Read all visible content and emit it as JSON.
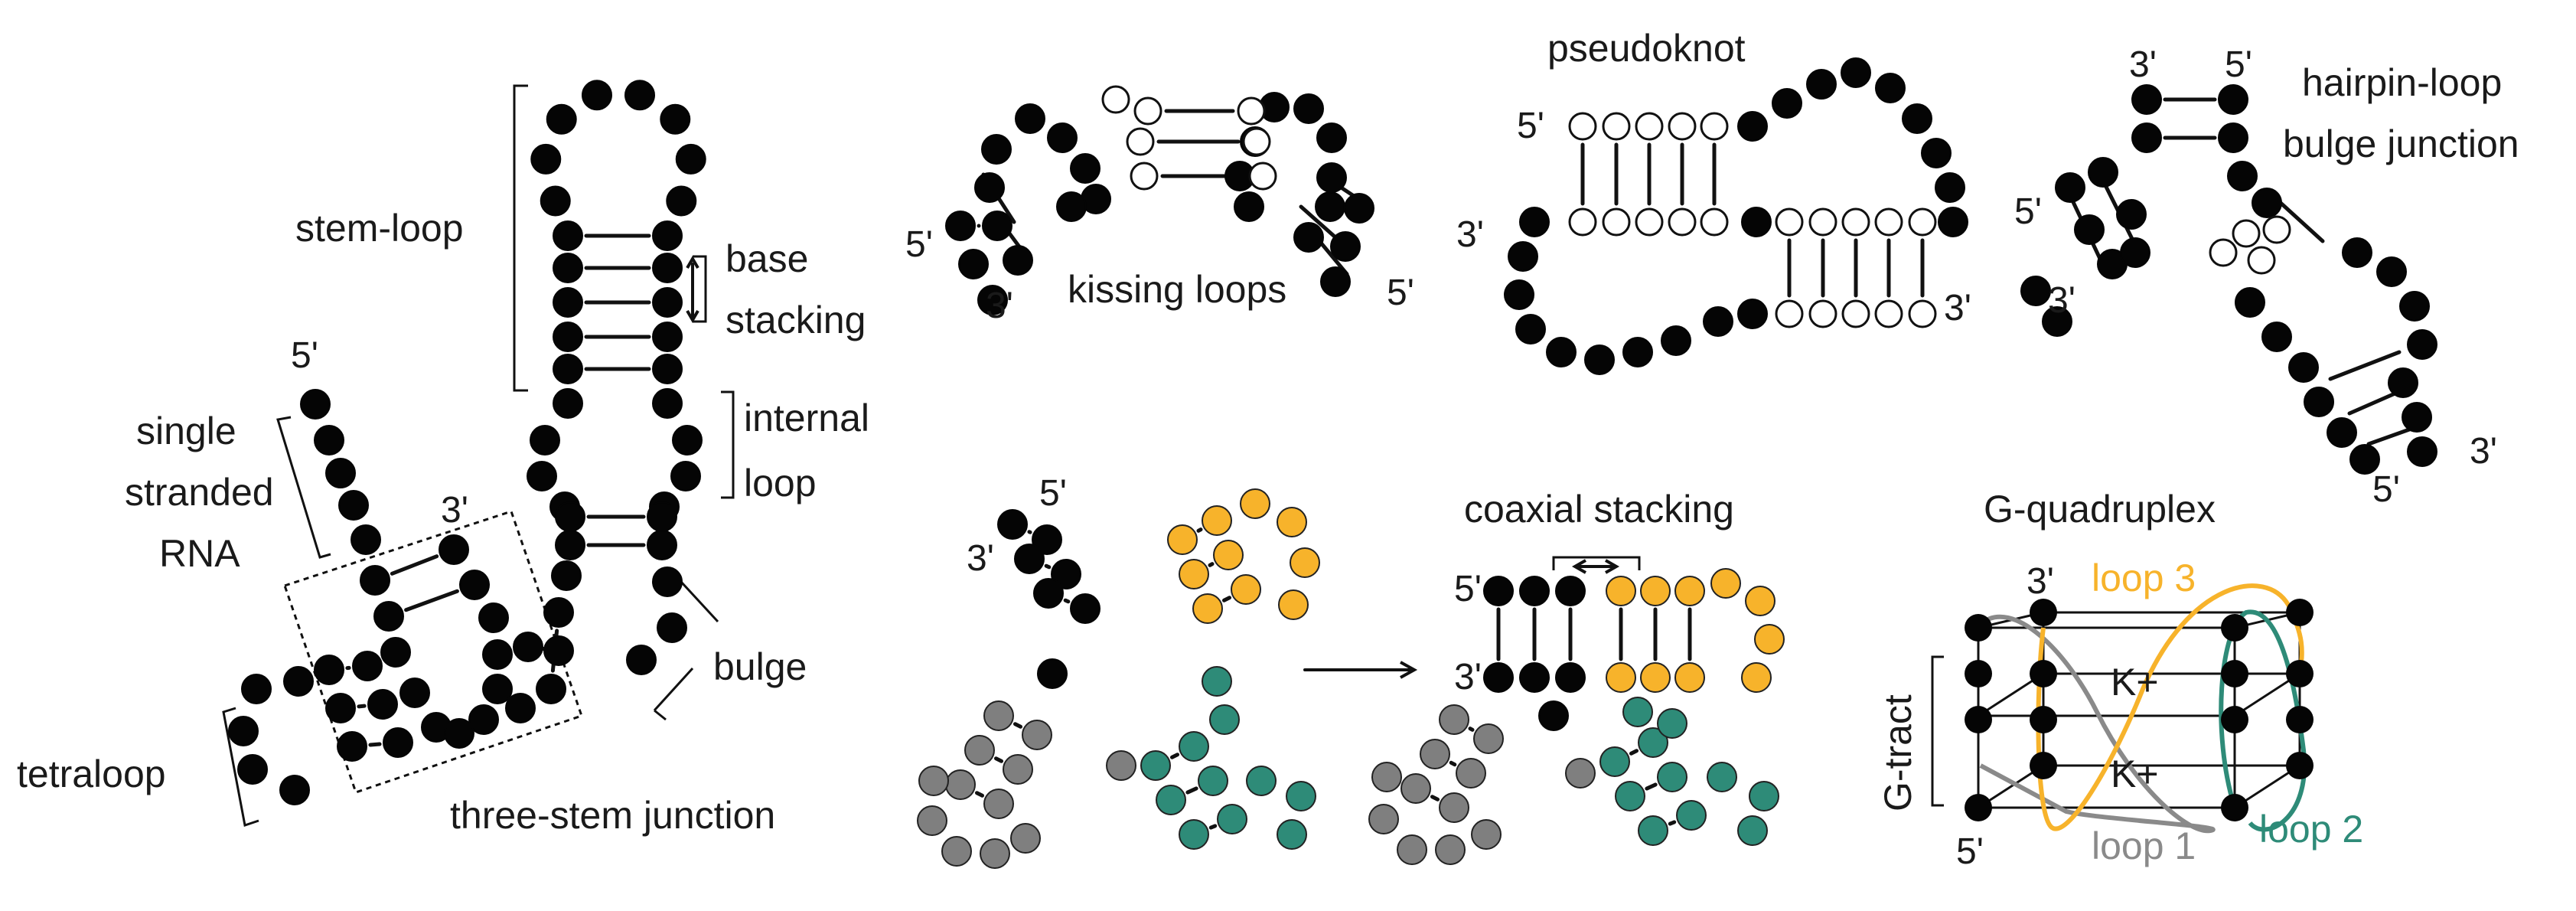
{
  "colors": {
    "ink": "#111111",
    "black": "#050505",
    "orange": "#f7b32b",
    "gray": "#7f7f7f",
    "teal": "#2e8b78",
    "open": "#ffffff"
  },
  "labels": {
    "stem_loop": "stem-loop",
    "base": "base",
    "stacking": "stacking",
    "internal": "internal",
    "loop": "loop",
    "bulge": "bulge",
    "single": "single",
    "stranded": "stranded",
    "rna": "RNA",
    "tetraloop": "tetraloop",
    "three_stem_junction": "three-stem junction",
    "kissing_loops": "kissing loops",
    "pseudoknot": "pseudoknot",
    "hairpin_loop": "hairpin-loop",
    "bulge_junction": "bulge junction",
    "coaxial_stacking": "coaxial stacking",
    "g_quadruplex": "G-quadruplex",
    "g_tract": "G-tract",
    "k_plus": "K+",
    "loop1": "loop 1",
    "loop2": "loop 2",
    "loop3": "loop 3",
    "prime5": "5'",
    "prime3": "3'"
  },
  "panels": [
    "secondary-structure-motifs",
    "kissing-loops",
    "pseudoknot",
    "hairpin-loop-bulge-junction",
    "coaxial-stacking",
    "g-quadruplex"
  ]
}
